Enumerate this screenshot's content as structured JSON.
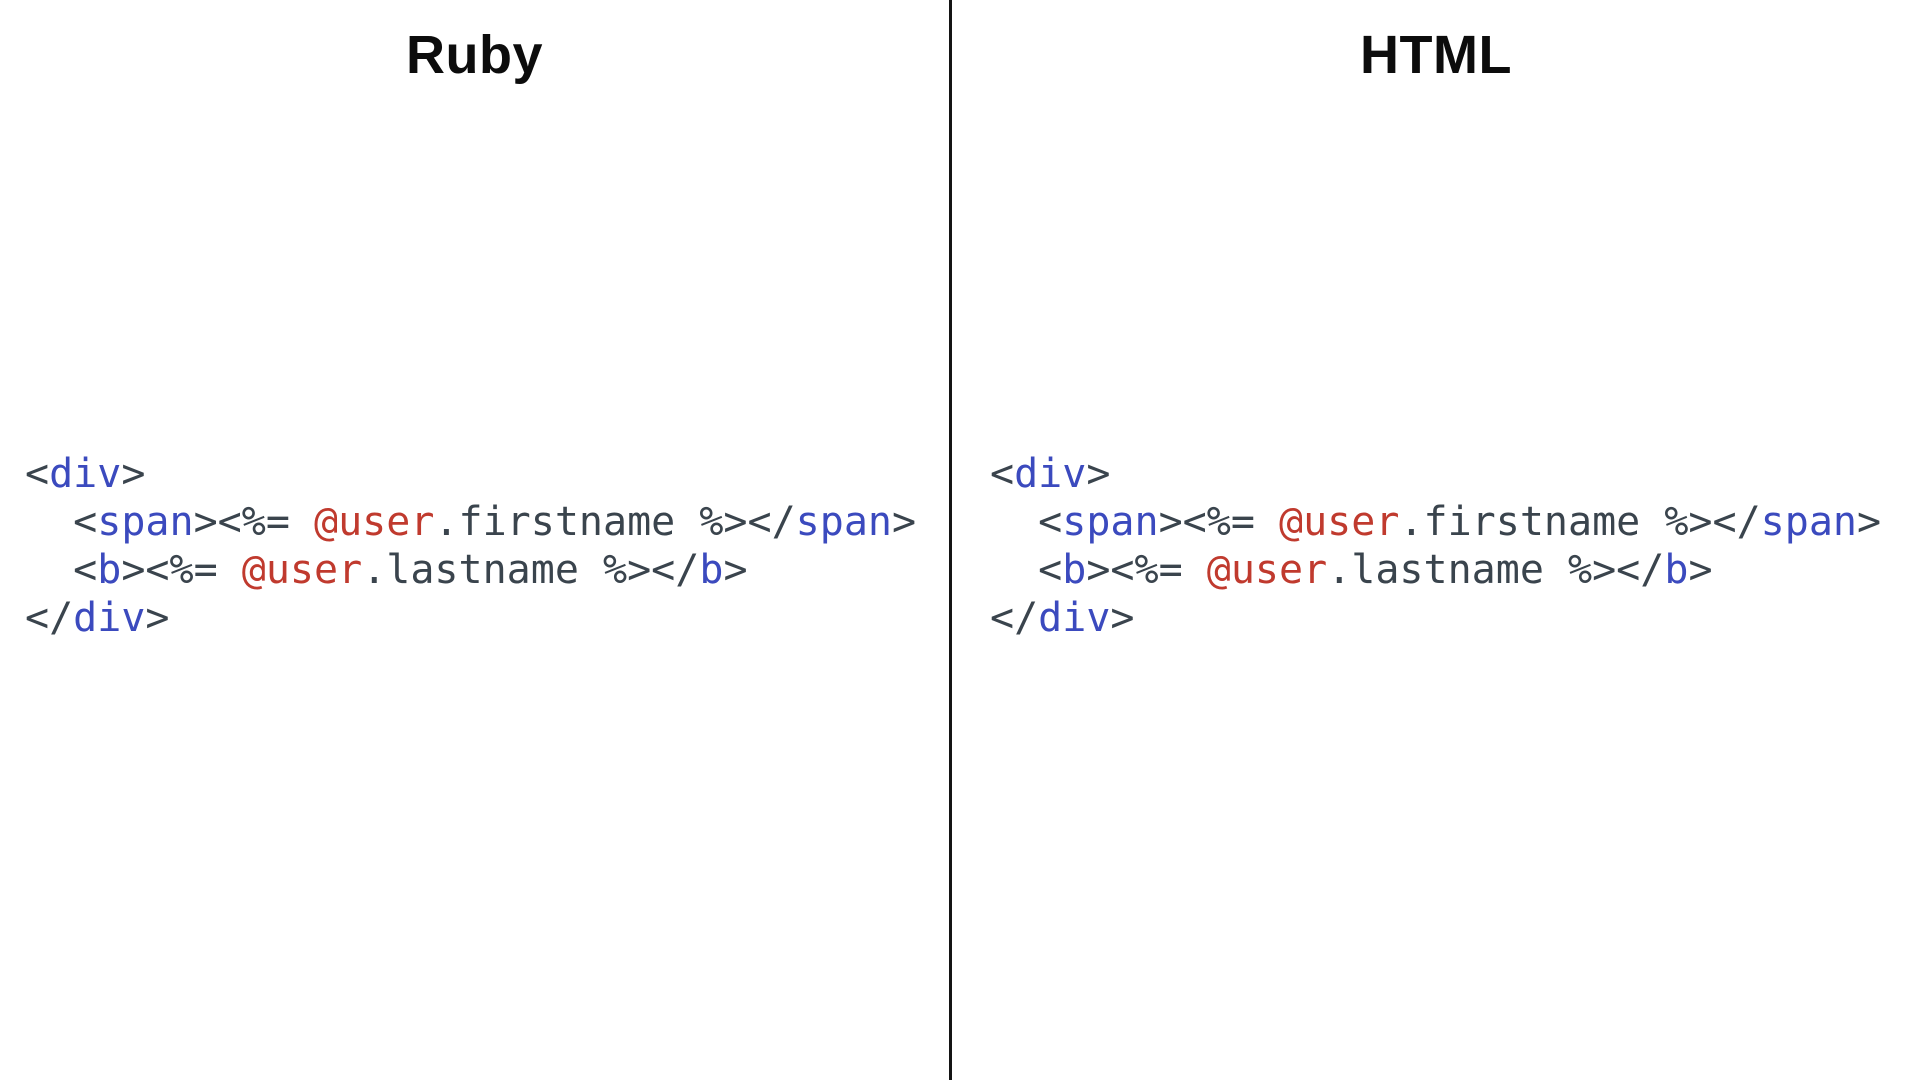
{
  "page": {
    "background_color": "#ffffff",
    "divider_color": "#141414",
    "title_color": "#0c0c0c"
  },
  "syntax_colors": {
    "plain": "#3a444d",
    "tag": "#3b4abe",
    "variable": "#c03a2e"
  },
  "columns": [
    {
      "title": "Ruby",
      "code_lines": [
        [
          [
            "plain",
            "<"
          ],
          [
            "tag",
            "div"
          ],
          [
            "plain",
            ">"
          ]
        ],
        [
          [
            "plain",
            "  <"
          ],
          [
            "tag",
            "span"
          ],
          [
            "plain",
            "><%= "
          ],
          [
            "variable",
            "@user"
          ],
          [
            "plain",
            ".firstname %></"
          ],
          [
            "tag",
            "span"
          ],
          [
            "plain",
            ">"
          ]
        ],
        [
          [
            "plain",
            "  <"
          ],
          [
            "tag",
            "b"
          ],
          [
            "plain",
            "><%= "
          ],
          [
            "variable",
            "@user"
          ],
          [
            "plain",
            ".lastname %></"
          ],
          [
            "tag",
            "b"
          ],
          [
            "plain",
            ">"
          ]
        ],
        [
          [
            "plain",
            "</"
          ],
          [
            "tag",
            "div"
          ],
          [
            "plain",
            ">"
          ]
        ]
      ]
    },
    {
      "title": "HTML",
      "code_lines": [
        [
          [
            "plain",
            "<"
          ],
          [
            "tag",
            "div"
          ],
          [
            "plain",
            ">"
          ]
        ],
        [
          [
            "plain",
            "  <"
          ],
          [
            "tag",
            "span"
          ],
          [
            "plain",
            "><%= "
          ],
          [
            "variable",
            "@user"
          ],
          [
            "plain",
            ".firstname %></"
          ],
          [
            "tag",
            "span"
          ],
          [
            "plain",
            ">"
          ]
        ],
        [
          [
            "plain",
            "  <"
          ],
          [
            "tag",
            "b"
          ],
          [
            "plain",
            "><%= "
          ],
          [
            "variable",
            "@user"
          ],
          [
            "plain",
            ".lastname %></"
          ],
          [
            "tag",
            "b"
          ],
          [
            "plain",
            ">"
          ]
        ],
        [
          [
            "plain",
            "</"
          ],
          [
            "tag",
            "div"
          ],
          [
            "plain",
            ">"
          ]
        ]
      ]
    }
  ]
}
